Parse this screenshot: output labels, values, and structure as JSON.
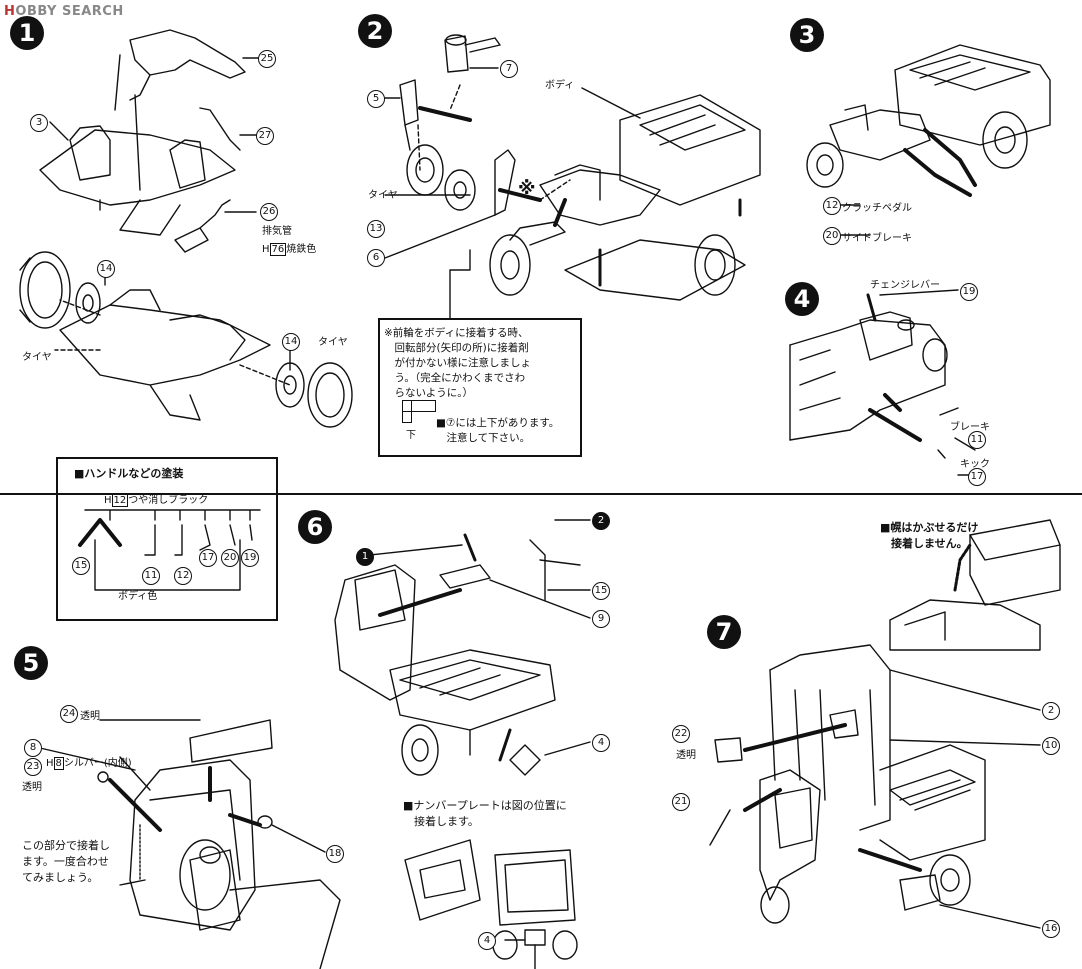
{
  "watermark": {
    "brand": "H",
    "text": "OBBY SEARCH"
  },
  "steps": [
    "1",
    "2",
    "3",
    "4",
    "5",
    "6",
    "7"
  ],
  "step1": {
    "parts": [
      "25",
      "3",
      "27",
      "26",
      "14",
      "14"
    ],
    "exhaust_label": "排気管",
    "exhaust_color_code": "H",
    "exhaust_color_num": "76",
    "exhaust_color_name": "焼鉄色",
    "tire_left": "タイヤ",
    "tire_right": "タイヤ"
  },
  "step2": {
    "parts": [
      "7",
      "5",
      "13",
      "6"
    ],
    "body_label": "ボディ",
    "tire_label": "タイヤ",
    "mark": "※",
    "note": "※前輪をボディに接着する時、\n　回転部分(矢印の所)に接着剤\n　が付かない様に注意しましょ\n　う。（完全にかわくまでさわ\n　らないように。）",
    "down_label": "下",
    "note2": "■⑦には上下があります。\n　注意して下さい。"
  },
  "step3": {
    "parts": [
      "12",
      "20"
    ],
    "clutch_label": "クラッチペダル",
    "brake_label": "サイドブレーキ"
  },
  "step4": {
    "parts": [
      "19",
      "11",
      "17"
    ],
    "change_lever": "チェンジレバー",
    "brake": "ブレーキ",
    "kick": "キック"
  },
  "paint_box": {
    "title": "■ハンドルなどの塗装",
    "color_code": "H",
    "color_num": "12",
    "color_name": "つや消しブラック",
    "parts": [
      "15",
      "11",
      "12",
      "17",
      "20",
      "19"
    ],
    "body_color": "ボディ色"
  },
  "step5": {
    "parts": [
      "24",
      "8",
      "23",
      "18"
    ],
    "clear1": "透明",
    "clear2": "透明",
    "silver_code": "H",
    "silver_num": "8",
    "silver_text": "シルバー(内側)",
    "note": "この部分で接着し\nます。一度合わせ\nてみましょう。"
  },
  "step6": {
    "parts_dark": [
      "1",
      "2"
    ],
    "parts": [
      "15",
      "9",
      "4",
      "4"
    ],
    "plate_note": "■ナンバープレートは図の位置に\n　接着します。"
  },
  "step7": {
    "canopy_note": "■幌はかぶせるだけ\n　接着しません。",
    "parts": [
      "2",
      "22",
      "10",
      "21",
      "16"
    ],
    "clear": "透明"
  }
}
